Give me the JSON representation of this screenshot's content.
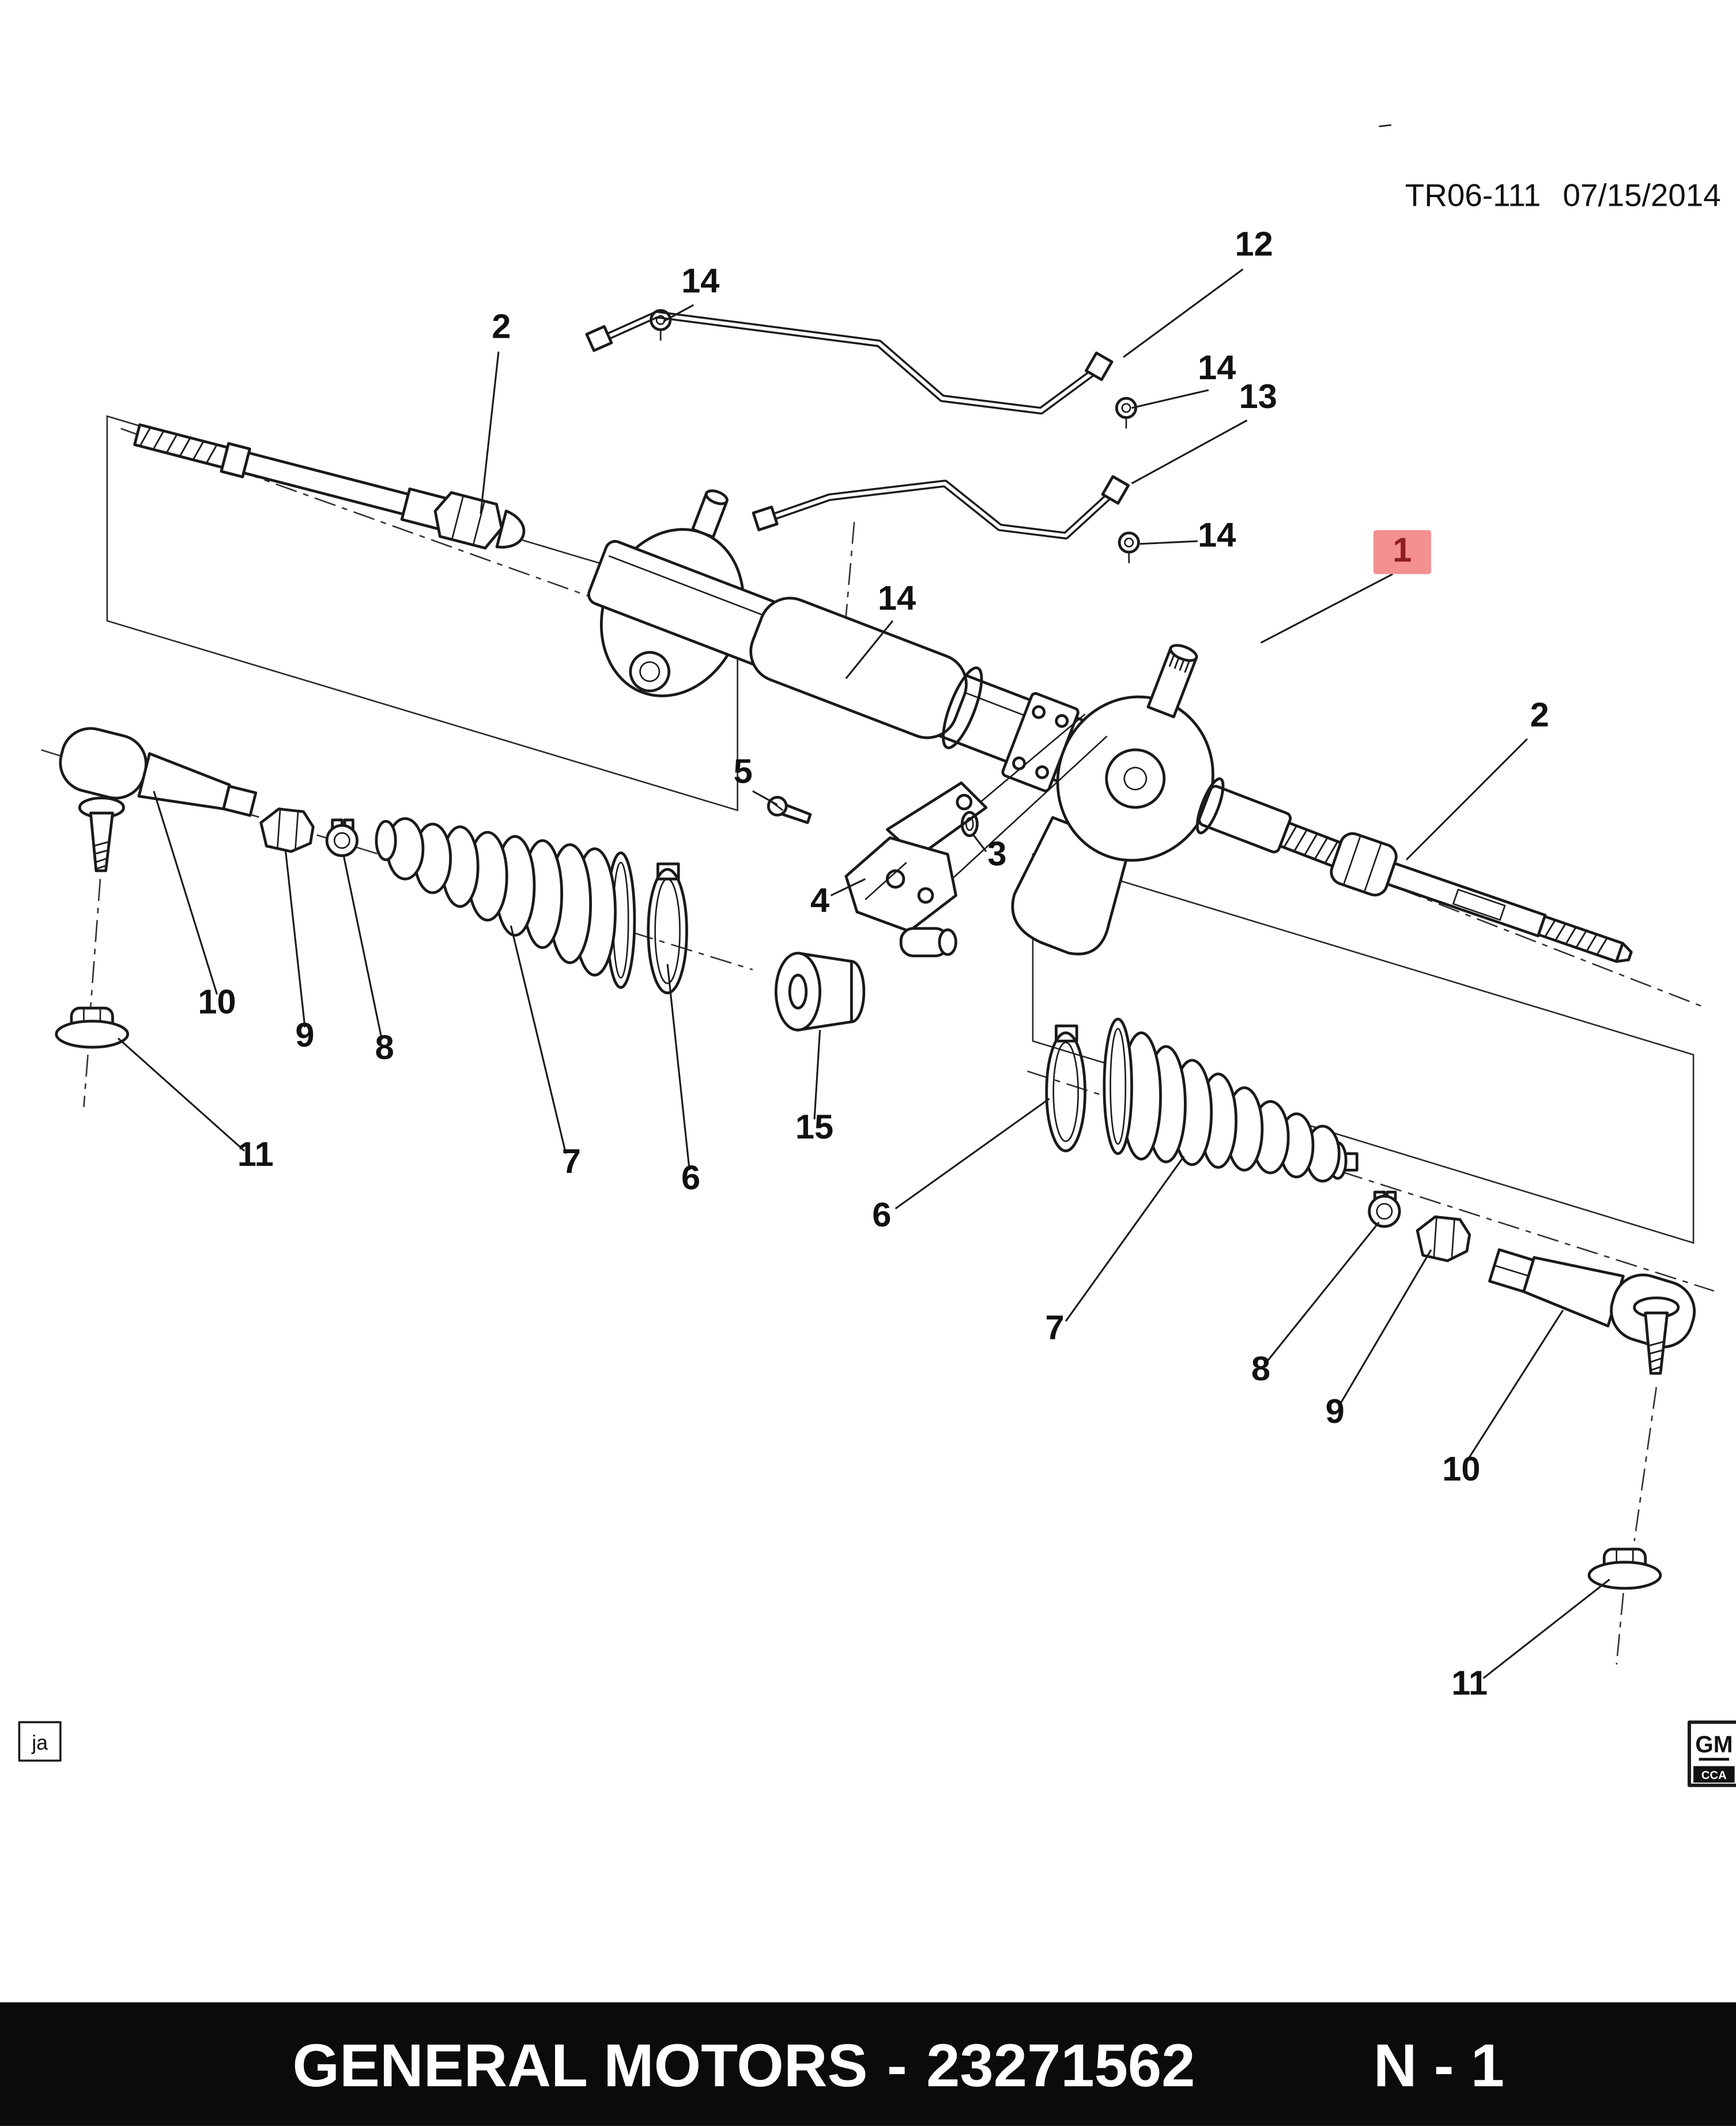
{
  "header": {
    "drawing_ref": "TR06-111",
    "date": "07/15/2014"
  },
  "diagram": {
    "callouts": [
      {
        "label": "14"
      },
      {
        "label": "2"
      },
      {
        "label": "12"
      },
      {
        "label": "14"
      },
      {
        "label": "13"
      },
      {
        "label": "14"
      },
      {
        "label": "1",
        "highlighted": true
      },
      {
        "label": "14"
      },
      {
        "label": "2"
      },
      {
        "label": "5"
      },
      {
        "label": "3"
      },
      {
        "label": "4"
      },
      {
        "label": "10"
      },
      {
        "label": "9"
      },
      {
        "label": "8"
      },
      {
        "label": "7"
      },
      {
        "label": "6"
      },
      {
        "label": "11"
      },
      {
        "label": "15"
      },
      {
        "label": "6"
      },
      {
        "label": "7"
      },
      {
        "label": "8"
      },
      {
        "label": "9"
      },
      {
        "label": "10"
      },
      {
        "label": "11"
      }
    ]
  },
  "colors": {
    "highlight_bg": "#f49090",
    "highlight_text": "#8f1d1d",
    "line": "#1a1a1a",
    "footer_bg": "#0b0b0b",
    "footer_text": "#ffffff"
  },
  "footer": {
    "brand": "GENERAL MOTORS",
    "separator": "-",
    "part_number": "23271562",
    "sheet": "N - 1"
  },
  "marks": {
    "language_tag": "ja",
    "gm_logo": "GM",
    "gm_logo_sub": "CCA"
  }
}
